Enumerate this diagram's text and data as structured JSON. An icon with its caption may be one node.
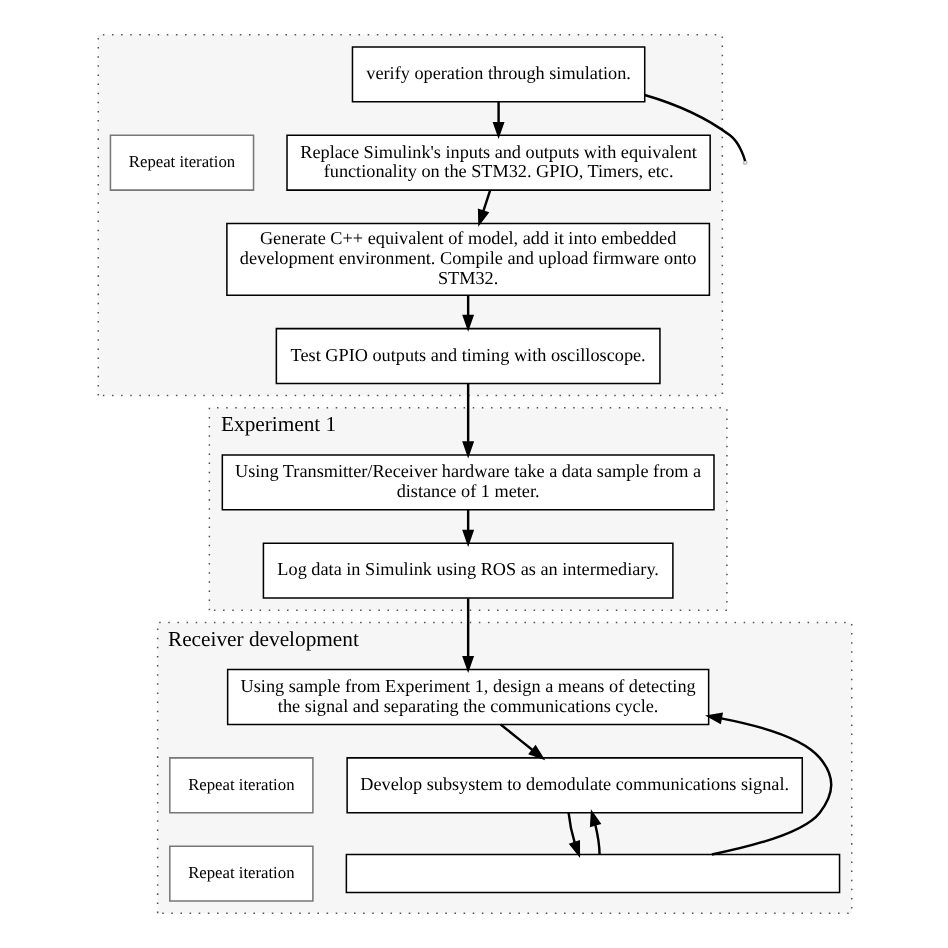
{
  "diagram": {
    "nodes": [
      {
        "text": [],
        "shape": "box"
      },
      {
        "text": [
          "verify operation through simulation."
        ],
        "in": 0
      },
      {
        "text": [
          "Repeat iteration"
        ],
        "in": 0
      },
      {
        "text": [
          "Replace Simulink's inputs and outputs with equivalent functionality on the STM32. GPIO, Timers, etc."
        ],
        "in": 0
      },
      {
        "text": [
          "Generate C++ equivalent of model, add it into embedded development environment. Compile and upload firmware onto STM32."
        ],
        "in": 0
      },
      {
        "text": [
          "Test GPIO outputs and timing with oscilloscope."
        ],
        "in": 0
      },
      {
        "text": [
          "Experiment 1"
        ]
      },
      {
        "text": [
          "Using Transmitter/Receiver hardware take a data sample from a distance of 1 meter."
        ],
        "in": 6
      },
      {
        "text": [
          "Log data in Simulink using ROS as an intermediary."
        ],
        "in": 6
      },
      {
        "text": [
          "Receiver development"
        ]
      },
      {
        "text": [
          "Using sample from Experiment 1, design a means of detecting the signal and separating the communications cycle."
        ],
        "in": 9
      },
      {
        "text": [
          "Repeat iteration"
        ],
        "in": 9
      },
      {
        "text": [
          "Develop subsystem to demodulate communications signal."
        ],
        "in": 9
      },
      {
        "text": [
          "Repeat iteration"
        ],
        "in": 9
      },
      {
        "text": [],
        "shape": "box",
        "in": 9
      }
    ],
    "edges": [
      {
        "from": 1,
        "to": 3,
        "arrow": "to"
      },
      {
        "from": 3,
        "to": 4,
        "arrow": "to"
      },
      {
        "from": 4,
        "to": 5,
        "arrow": "to"
      },
      {
        "from": 5,
        "to": 7,
        "arrow": "to"
      },
      {
        "from": 7,
        "to": 8,
        "arrow": "to"
      },
      {
        "from": 8,
        "to": 10,
        "arrow": "to"
      },
      {
        "from": 10,
        "to": 12,
        "arrow": "to"
      },
      {
        "from": 12,
        "to": 14,
        "arrow": "to"
      },
      {
        "from": 1,
        "to": null,
        "arrow": "none"
      },
      {
        "from": 14,
        "to": 10,
        "arrow": "to"
      },
      {
        "from": 14,
        "to": 12,
        "arrow": "to"
      }
    ]
  }
}
